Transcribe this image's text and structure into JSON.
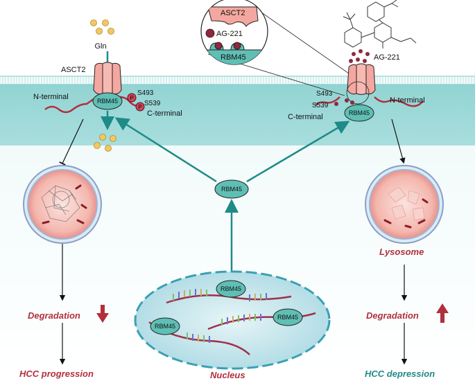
{
  "labels": {
    "gln": "Gln",
    "asct2_left": "ASCT2",
    "n_terminal_left": "N-terminal",
    "c_terminal_left": "C-terminal",
    "s493_left": "S493",
    "s539_left": "S539",
    "p1": "P",
    "p2": "P",
    "asct2_inset": "ASCT2",
    "ag221_inset": "AG-221",
    "rbm45_inset": "RBM45",
    "ag221_right": "AG-221",
    "s493_right": "S493",
    "s539_right": "S539",
    "c_terminal_right": "C-terminal",
    "n_terminal_right": "N-terminal",
    "rbm45_left_membrane": "RBM45",
    "rbm45_right_membrane": "RBM45",
    "rbm45_center": "RBM45",
    "rbm45_nucleus_top": "RBM45",
    "rbm45_nucleus_left": "RBM45",
    "rbm45_nucleus_right": "RBM45",
    "lysosome": "Lysosome",
    "degradation_left": "Degradation",
    "degradation_right": "Degradation",
    "hcc_progression": "HCC progression",
    "hcc_depression": "HCC depression",
    "nucleus": "Nucleus"
  },
  "colors": {
    "membrane_teal": "#bfe6e4",
    "rbm45_fill": "#5fbfb5",
    "arrow_teal": "#1f8a88",
    "accent_red": "#b0303e",
    "transporter_pink": "#f4a7a0"
  }
}
